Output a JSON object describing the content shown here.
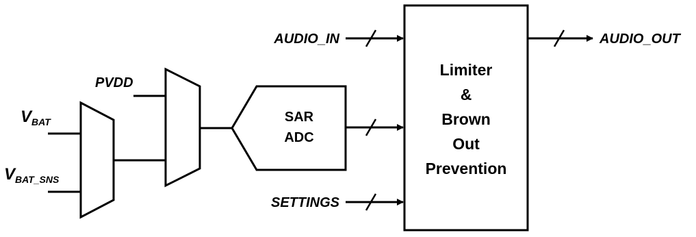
{
  "signals": {
    "audio_in": "AUDIO_IN",
    "audio_out": "AUDIO_OUT",
    "pvdd": "PVDD",
    "vbat_main": "V",
    "vbat_sub": "BAT",
    "vbat_sns_main": "V",
    "vbat_sns_sub": "BAT_SNS",
    "settings": "SETTINGS"
  },
  "adc": {
    "line1": "SAR",
    "line2": "ADC"
  },
  "limiter_block": {
    "line1": "Limiter",
    "line2": "&",
    "line3": "Brown",
    "line4": "Out",
    "line5": "Prevention"
  },
  "colors": {
    "stroke": "#000000",
    "background": "#ffffff"
  }
}
